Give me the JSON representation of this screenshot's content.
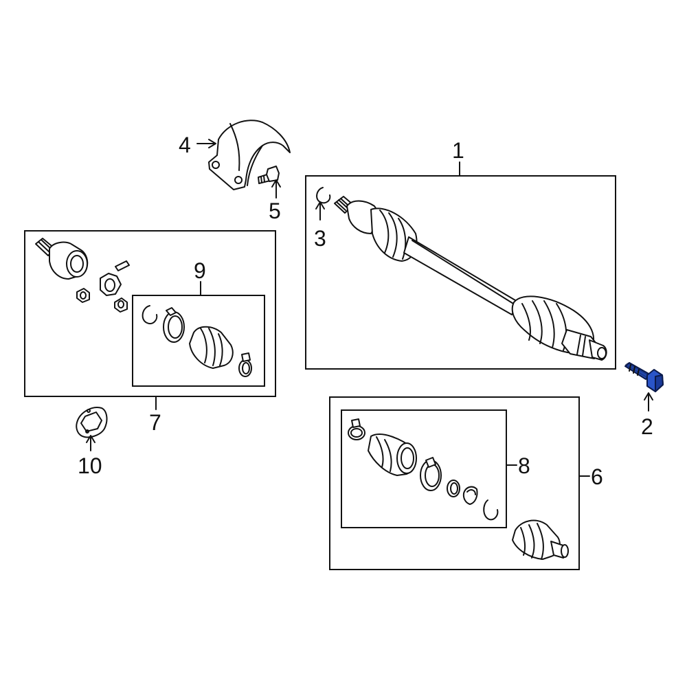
{
  "callouts": {
    "c1": "1",
    "c2": "2",
    "c3": "3",
    "c4": "4",
    "c5": "5",
    "c6": "6",
    "c7": "7",
    "c8": "8",
    "c9": "9",
    "c10": "10"
  },
  "colors": {
    "line": "#111111",
    "highlight": "#2a55c8",
    "highlight_dark": "#1a3a99",
    "background": "#ffffff"
  }
}
